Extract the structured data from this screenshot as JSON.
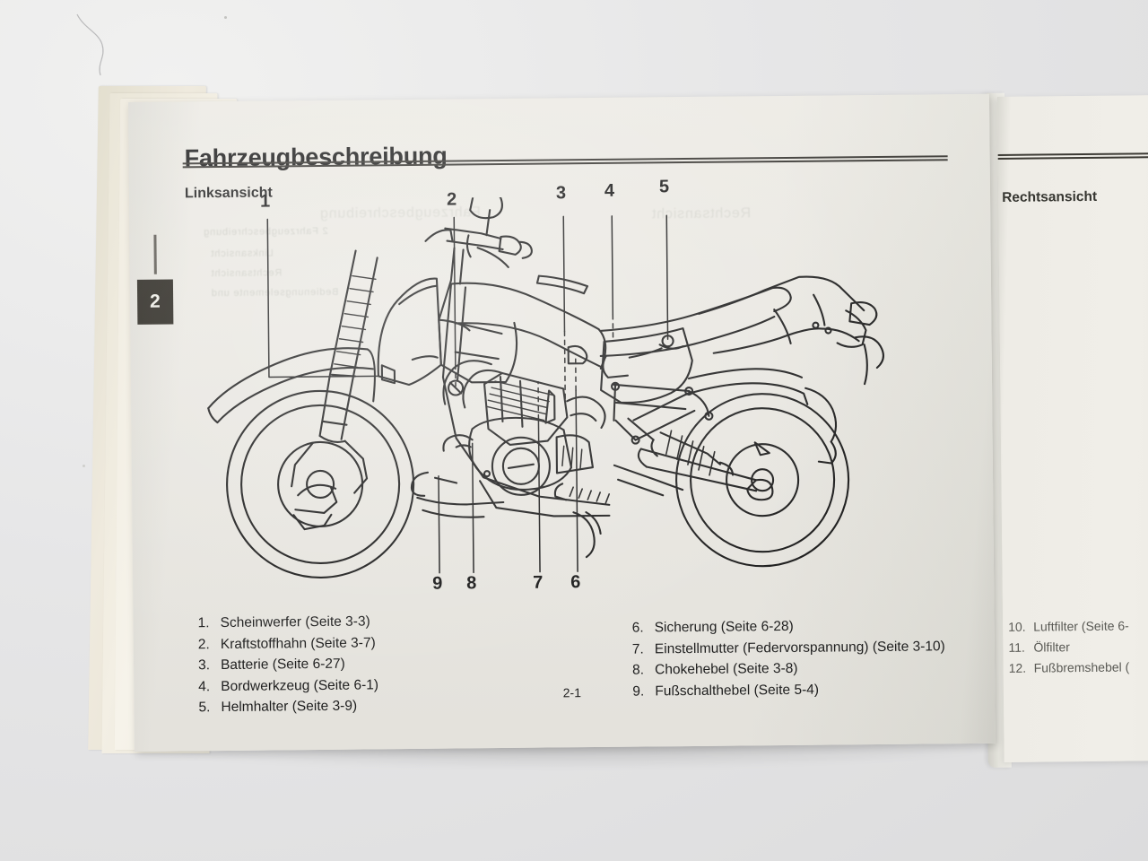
{
  "document": {
    "page_title": "Fahrzeugbeschreibung",
    "section_label": "Linksansicht",
    "chapter_tab": "2",
    "page_number": "2-1"
  },
  "left_legend": [
    {
      "num": "1.",
      "text": "Scheinwerfer (Seite 3-3)"
    },
    {
      "num": "2.",
      "text": "Kraftstoffhahn (Seite 3-7)"
    },
    {
      "num": "3.",
      "text": "Batterie (Seite 6-27)"
    },
    {
      "num": "4.",
      "text": "Bordwerkzeug (Seite 6-1)"
    },
    {
      "num": "5.",
      "text": "Helmhalter (Seite 3-9)"
    }
  ],
  "right_legend": [
    {
      "num": "6.",
      "text": "Sicherung (Seite 6-28)"
    },
    {
      "num": "7.",
      "text": "Einstellmutter (Federvorspannung) (Seite 3-10)"
    },
    {
      "num": "8.",
      "text": "Chokehebel (Seite 3-8)"
    },
    {
      "num": "9.",
      "text": "Fußschalthebel (Seite 5-4)"
    }
  ],
  "callouts": {
    "top": [
      "1",
      "2",
      "3",
      "4",
      "5"
    ],
    "bottom": [
      "9",
      "8",
      "7",
      "6"
    ]
  },
  "right_page": {
    "section_label": "Rechtsansicht",
    "legend": [
      {
        "num": "10.",
        "text": "Luftfilter (Seite 6-"
      },
      {
        "num": "11.",
        "text": "Ölfilter"
      },
      {
        "num": "12.",
        "text": "Fußbremshebel ("
      }
    ]
  },
  "showthrough": {
    "line1": "2 Fahrzeugbeschreibung",
    "line2": "Linksansicht",
    "line3": "Rechtsansicht",
    "line4": "Bedienungselemente und",
    "blurb": "Fahrzeugbeschreibung"
  },
  "colors": {
    "paper": "#ecEAE4",
    "ink": "#1c1c1c",
    "tab": "#232019",
    "backdrop": "#e9e9ea"
  },
  "diagram": {
    "name": "motorcycle-left-side-line-drawing",
    "alt": "Technische Strichzeichnung eines Motorrads in Linksansicht mit Positionsnummern"
  }
}
